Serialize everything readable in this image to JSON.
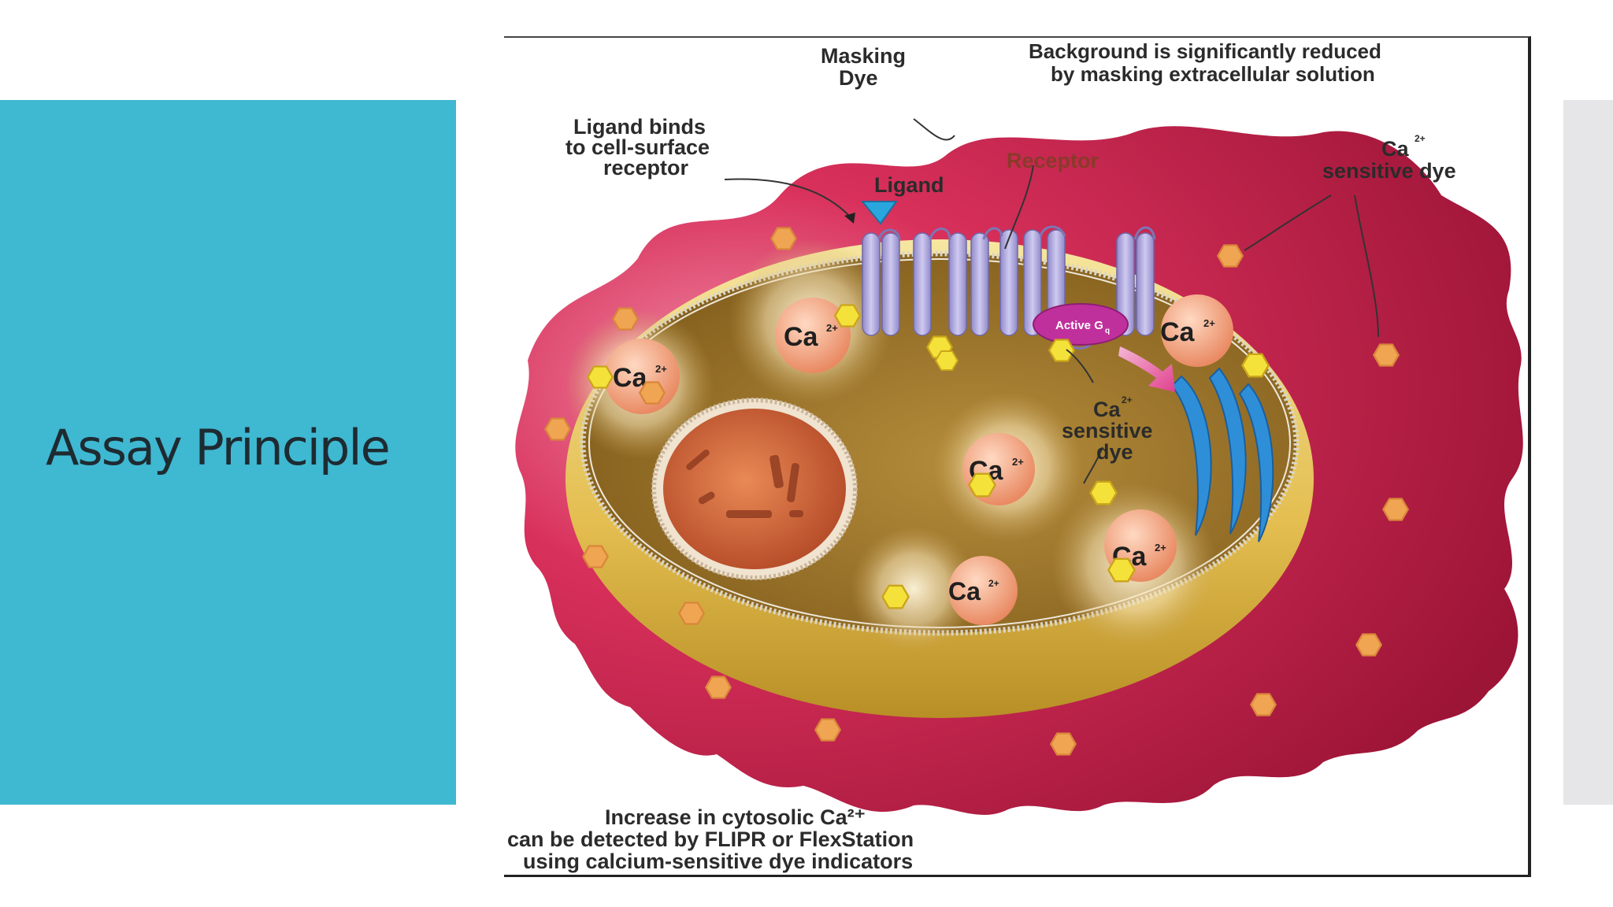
{
  "slide": {
    "title": "Assay Principle"
  },
  "figure": {
    "labels": {
      "masking_dye": [
        "Masking",
        "Dye"
      ],
      "background_note": [
        "Background is significantly reduced",
        "by masking extracellular solution"
      ],
      "ligand_binds": [
        "Ligand binds",
        "to cell-surface",
        "receptor"
      ],
      "ligand": "Ligand",
      "receptor": "Receptor",
      "ca_sensitive_dye_outer": [
        "Ca",
        "sensitive dye"
      ],
      "ca_sensitive_dye_inner": [
        "Ca",
        "sensitive",
        "dye"
      ],
      "active_gq": "Active G",
      "gq_subscript": "q",
      "ca2_superscript": "2+",
      "calcium_ion": "Ca",
      "bottom_note": [
        "Increase in cytosolic Ca²⁺",
        "can be detected by FLIPR or FlexStation",
        "using calcium-sensitive dye indicators"
      ]
    },
    "colors": {
      "extracellular": "#cf2050",
      "cell_rim": "#e4c25a",
      "cytosol": "#8f6a24",
      "receptor": "#b4aee0",
      "ligand": "#2aa6df",
      "gq": "#c0309c",
      "dye": "#f4e23a",
      "calcium": "#f2a27e",
      "er": "#2e8fd8",
      "nucleus": "#c95a33"
    },
    "icons": [
      "ligand-triangle-icon",
      "receptor-helix-icon",
      "dye-hexagon-icon",
      "calcium-ion-icon",
      "endoplasmic-reticulum-icon",
      "nucleus-icon"
    ]
  }
}
